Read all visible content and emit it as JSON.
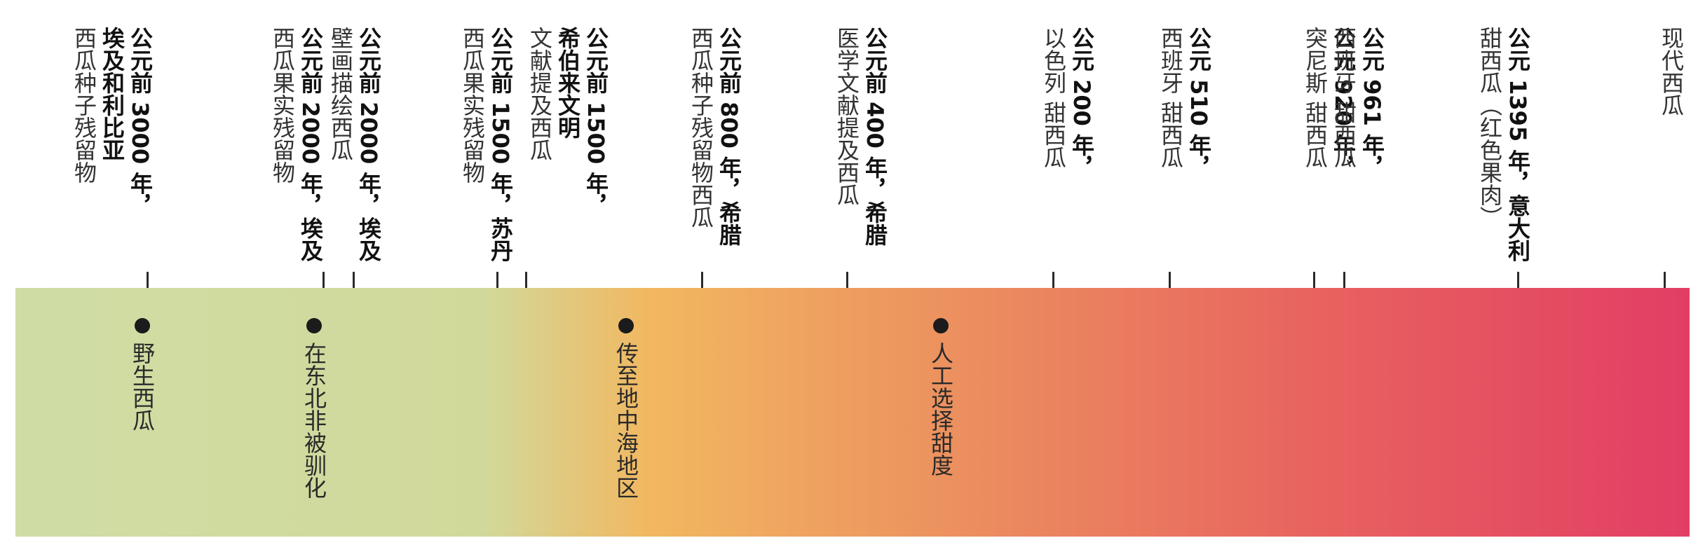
{
  "events": [
    {
      "bold": "公元前 3000 年，",
      "bold2": "埃及和利比亚",
      "light": "西瓜种子残留物"
    },
    {
      "bold": "公元前 2000 年，埃及",
      "light": "西瓜果实残留物"
    },
    {
      "bold": "公元前 2000 年，埃及",
      "light": "壁画描绘西瓜"
    },
    {
      "bold": "公元前 1500 年，苏丹",
      "light": "西瓜果实残留物"
    },
    {
      "bold": "公元前 1500 年，",
      "bold2": "希伯来文明",
      "light": "文献提及西瓜"
    },
    {
      "bold": "公元前 800 年，希腊",
      "light": "西瓜种子残留物西瓜"
    },
    {
      "bold": "公元前 400 年，希腊",
      "light": "医学文献提及西瓜"
    },
    {
      "bold": "公元 200 年，",
      "light": "以色列 甜西瓜"
    },
    {
      "bold": "公元 510 年，",
      "light": "西班牙 甜西瓜"
    },
    {
      "bold": "公元 920 年，",
      "light": "突尼斯 甜西瓜"
    },
    {
      "bold": "公元 961 年，",
      "light": "西班牙 甜西瓜"
    },
    {
      "bold": "公元 1395 年，意大利",
      "light": "甜西瓜（红色果肉）"
    },
    {
      "light": "现代西瓜"
    }
  ],
  "stages": [
    {
      "label": "野生西瓜"
    },
    {
      "label": "在东北非被驯化"
    },
    {
      "label": "传至地中海地区"
    },
    {
      "label": "人工选择甜度"
    }
  ],
  "colors": {
    "gradient": [
      "#cfdda5",
      "#d1d99a",
      "#f2b760",
      "#eb8c5f",
      "#e8625f",
      "#e23e64"
    ],
    "tick": "#2a2a2a",
    "dot": "#1b1b1b"
  }
}
